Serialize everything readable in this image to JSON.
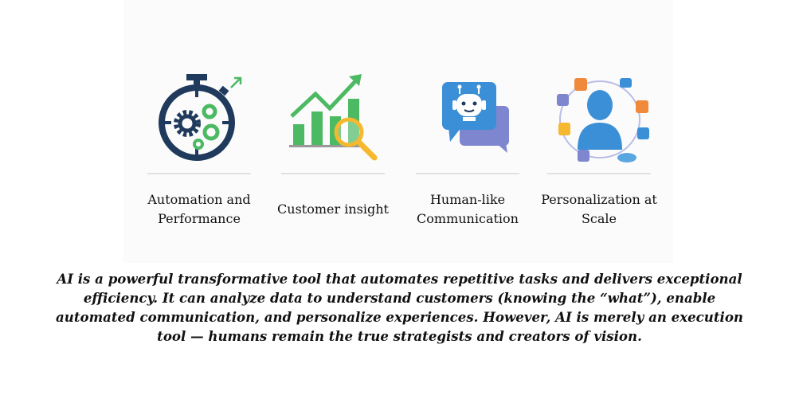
{
  "features": [
    {
      "label": "Automation and Performance",
      "icon": "stopwatch-gears-icon"
    },
    {
      "label": "Customer insight",
      "icon": "chart-magnifier-icon"
    },
    {
      "label": "Human-like Communication",
      "icon": "chatbot-icon"
    },
    {
      "label": "Personalization at Scale",
      "icon": "user-network-icon"
    }
  ],
  "caption_lines": [
    "AI is a powerful transformative tool that automates repetitive tasks and delivers exceptional",
    "efficiency. It can analyze data to understand customers (knowing the “what”), enable",
    "automated communication, and personalize experiences. However, AI is merely an execution",
    "tool — humans remain the true strategists and creators of vision."
  ],
  "colors": {
    "navy": "#1f3a5c",
    "green": "#4cb963",
    "yellow": "#f5b82e",
    "blue": "#3a8fd6",
    "purple": "#7f86d0"
  }
}
